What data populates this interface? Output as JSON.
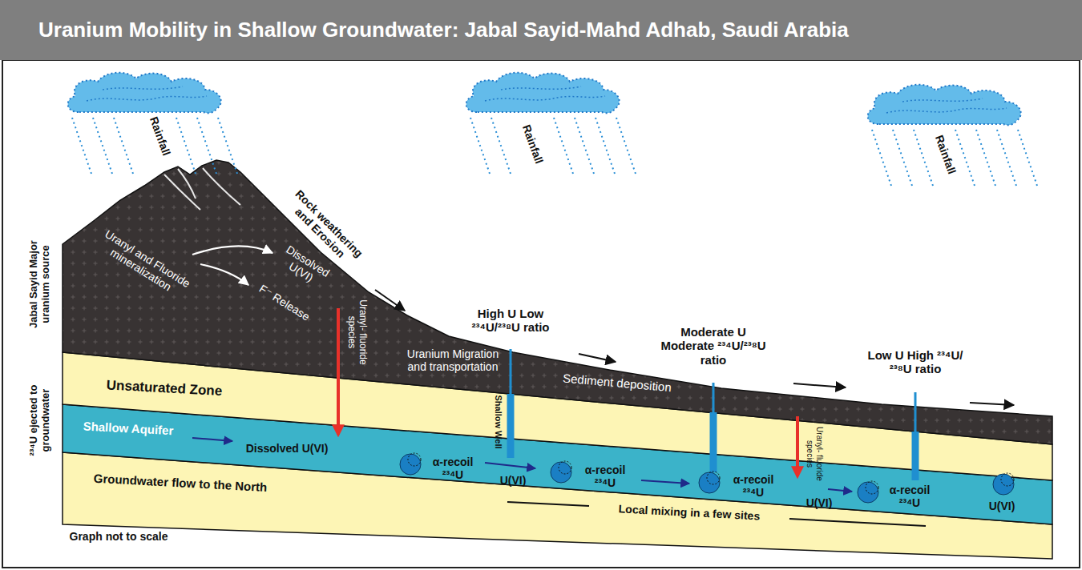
{
  "diagram": {
    "title": "Uranium Mobility in Shallow Groundwater: Jabal Sayid-Mahd Adhab, Saudi Arabia",
    "nodes": [
      {
        "text": [
          "Rainfall"
        ]
      },
      {
        "text": [
          "Rainfall"
        ]
      },
      {
        "text": [
          "Rainfall"
        ]
      }
    ],
    "labels": [
      "Jabal Sayid Major uranium source",
      "²³⁴U ejected to groundwater",
      "Uranyl and Fluoride mineralization",
      "Dissolved U(VI)",
      "F⁻ Release",
      "Rock weathering and Erosion",
      "Uranyl- fluoride species",
      "Uranium Migration and transportation",
      "High U Low ²³⁴U/²³⁸U ratio",
      "Shallow Well",
      "Sediment deposition",
      "Moderate U Moderate ²³⁴U/²³⁸U ratio",
      "Low U High ²³⁴U/²³⁸U ratio",
      "Unsaturated Zone",
      "Shallow Aquifer",
      "Dissolved U(VI)",
      "Groundwater flow to the North",
      "α-recoil ²³⁴U",
      "α-recoil ²³⁴U",
      "α-recoil ²³⁴U",
      "α-recoil ²³⁴U",
      "U(VI)",
      "U(VI)",
      "U(VI)",
      "Uranyl- fluoride species",
      "Local mixing in a few sites",
      "Graph not to scale"
    ]
  }
}
